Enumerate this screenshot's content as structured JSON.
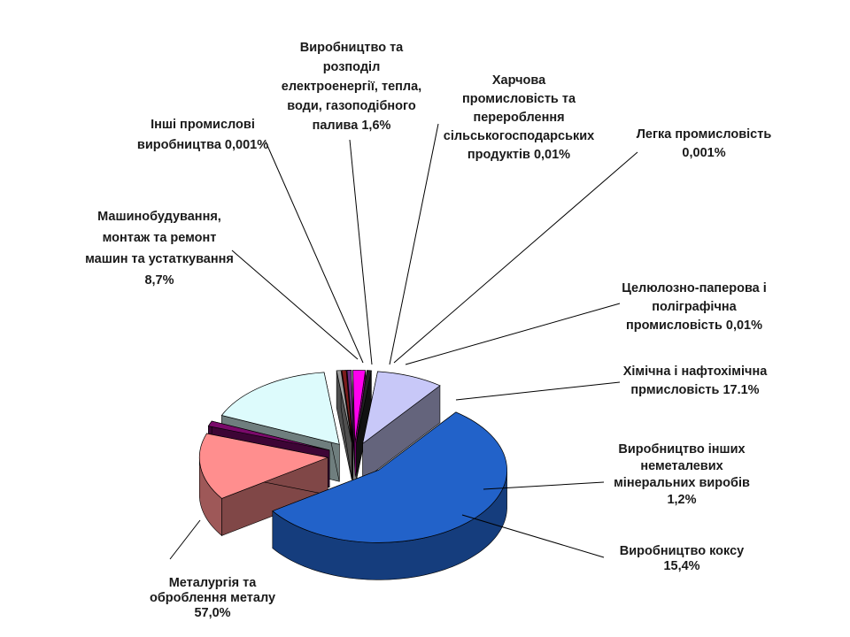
{
  "chart_data": {
    "type": "pie",
    "style": "3d-exploded",
    "title": "",
    "series": [
      {
        "name": "Металургія та оброблення металу",
        "label": [
          "Металургія та",
          "оброблення металу",
          "57,0%"
        ],
        "value": 57.0,
        "color": "#2262C9"
      },
      {
        "name": "Виробництво коксу",
        "label": [
          "Виробництво коксу",
          "15,4%"
        ],
        "value": 15.4,
        "color": "#FF8E8E"
      },
      {
        "name": "Виробництво інших неметалевих мінеральних виробів",
        "label": [
          "Виробництво інших",
          "неметалевих",
          "мінеральних виробів",
          "1,2%"
        ],
        "value": 1.2,
        "color": "#7A0A6A"
      },
      {
        "name": "Хімічна і нафтохімічна прмисловість",
        "label": [
          "Хімічна і нафтохімічна",
          "прмисловість 17.1%"
        ],
        "value": 17.1,
        "color": "#DDFBFC"
      },
      {
        "name": "Целюлозно-паперова і поліграфічна промисловість",
        "label": [
          "Целюлозно-паперова і",
          "поліграфічна",
          "промисловість 0,01%"
        ],
        "value": 0.01,
        "color": "#9E9E9E"
      },
      {
        "name": "Легка промисловість",
        "label": [
          "Легка промисловість",
          "0,001%"
        ],
        "value": 0.001,
        "color": "#7B1C1C"
      },
      {
        "name": "Харчова промисловість та перероблення сільськогосподарських продуктів",
        "label": [
          "Харчова",
          "промисловість та",
          "перероблення",
          "сільськогосподарських",
          "продуктів 0,01%"
        ],
        "value": 0.01,
        "color": "#6A2A80"
      },
      {
        "name": "Виробництво та розподіл електроенергії, тепла, води, газоподібного палива",
        "label": [
          "Виробництво та",
          "розподіл",
          "електроенергії, тепла,",
          "води, газоподібного",
          "палива 1,6%"
        ],
        "value": 1.6,
        "color": "#FF00EE"
      },
      {
        "name": "Інші промислові виробництва",
        "label": [
          "Інші промислові",
          "виробництва 0,001%"
        ],
        "value": 0.001,
        "color": "#222222"
      },
      {
        "name": "Машинобудування, монтаж та ремонт машин та устаткування",
        "label": [
          "Машинобудування,",
          "монтаж та ремонт",
          "машин та устаткування",
          "8,7%"
        ],
        "value": 8.7,
        "color": "#C8C8F8"
      }
    ]
  }
}
